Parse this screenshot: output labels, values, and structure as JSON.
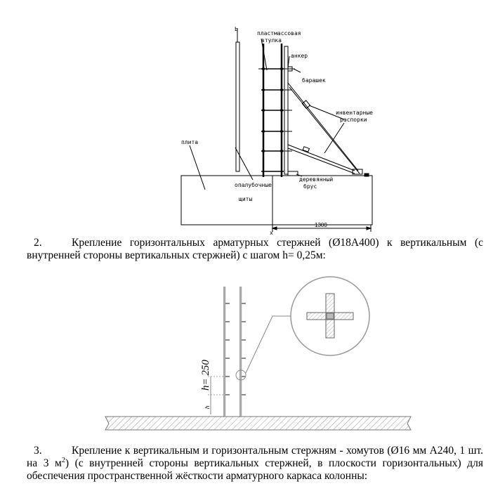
{
  "figure1": {
    "labels": {
      "plastic_sleeve_1": "пластмассовая",
      "plastic_sleeve_2": "втулка",
      "anchor": "анкер",
      "washer": "барашек",
      "inventory_1": "инвентарные",
      "inventory_2": "распорки",
      "slab": "плита",
      "formwork_1": "опалубочные",
      "formwork_2": "щиты",
      "timber_1": "деревянный",
      "timber_2": "брус",
      "dimension": "1300"
    }
  },
  "step2": {
    "number": "2.",
    "text": "Крепление горизонтальных арматурных стержней (Ø18А400) к вертикальным (с внутренней стороны вертикальных стержней) с шагом h= 0,25м:"
  },
  "figure2": {
    "dim_h": "h",
    "dim_value": "h= 250"
  },
  "step3": {
    "number": "3.",
    "text_part1": "Крепление к вертикальным и горизонтальным стержням - хомутов (Ø16 мм А240, 1 шт. на 3 м",
    "superscript": "2",
    "text_part2": ") (с внутренней стороны вертикальных стержней, в плоскости горизонтальных) для обеспечения пространственной жёсткости арматурного каркаса колонны:"
  }
}
